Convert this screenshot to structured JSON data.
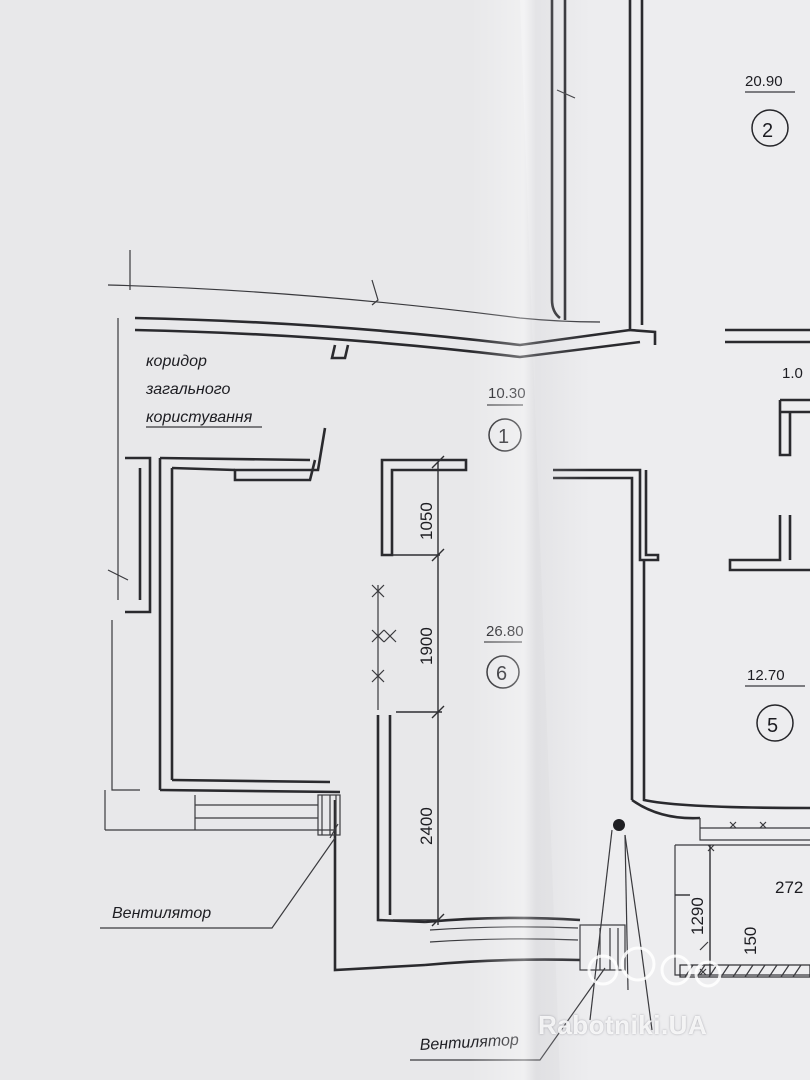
{
  "rooms": [
    {
      "number": "1",
      "area": "10.30"
    },
    {
      "number": "2",
      "area": "20.90"
    },
    {
      "number": "5",
      "area": "12.70"
    },
    {
      "number": "6",
      "area": "26.80"
    },
    {
      "area": "1.0"
    }
  ],
  "corridor_label": [
    "коридор",
    "загального",
    "користування"
  ],
  "dimensions": {
    "d1050": "1050",
    "d1900": "1900",
    "d2400": "2400",
    "d1290": "1290",
    "d150": "150",
    "d272": "272"
  },
  "callouts": {
    "ventilator_left": "Вентилятор",
    "ventilator_bottom": "Вентилятор"
  },
  "watermark": "Rabotniki.UA"
}
